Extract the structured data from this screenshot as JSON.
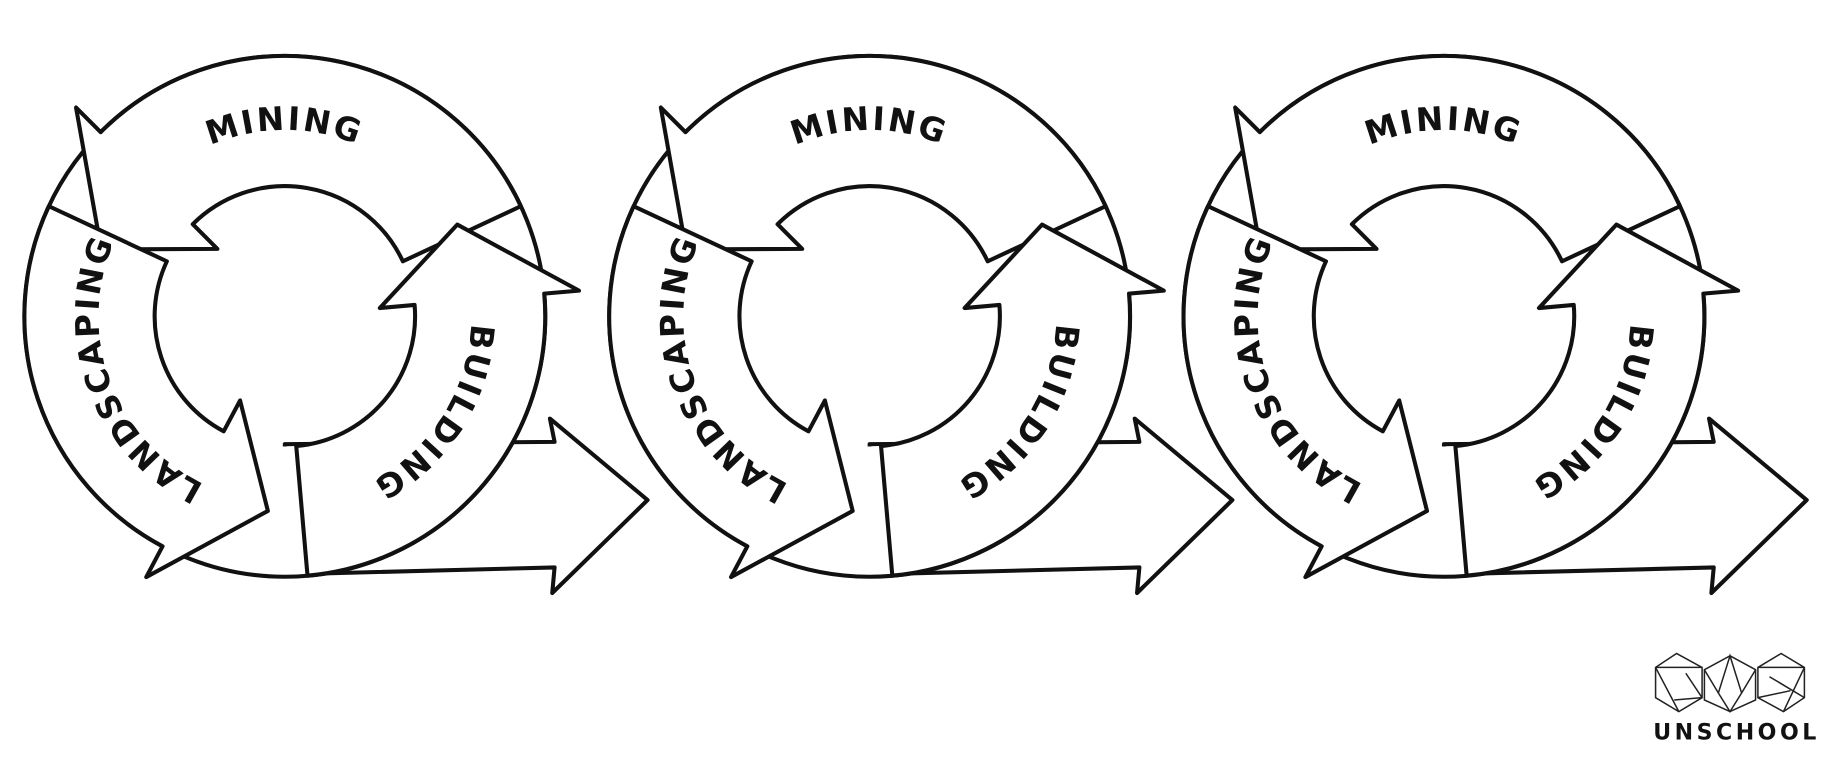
{
  "cycles": [
    {
      "mining": "MINING",
      "building": "BUILDING",
      "landscaping": "LANDSCAPING"
    },
    {
      "mining": "MINING",
      "building": "BUILDING",
      "landscaping": "LANDSCAPING"
    },
    {
      "mining": "MINING",
      "building": "BUILDING",
      "landscaping": "LANDSCAPING"
    }
  ],
  "logo": {
    "text": "UNSCHOOL"
  },
  "colors": {
    "stroke": "#111111",
    "fill": "#ffffff"
  }
}
